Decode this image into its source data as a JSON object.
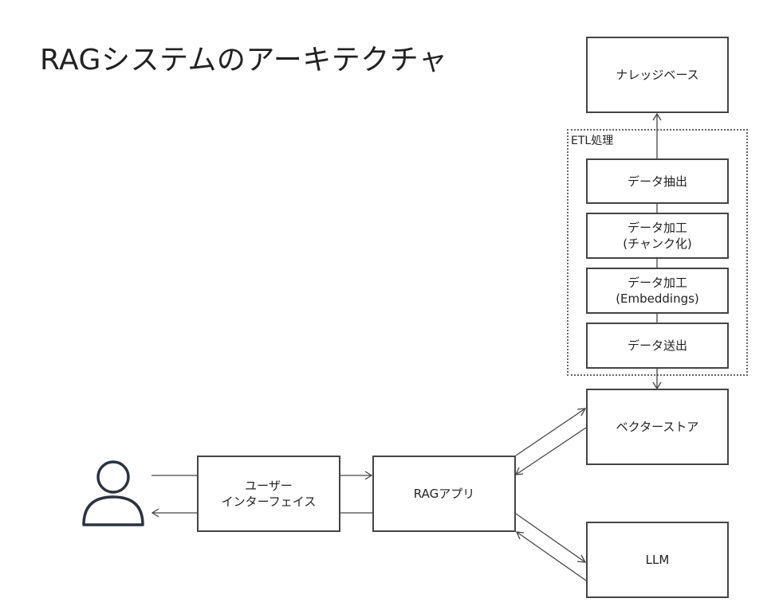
{
  "title": "RAGシステムのアーキテクチャ",
  "nodes": {
    "knowledge_base": "ナレッジベース",
    "etl_group": "ETL処理",
    "extract": "データ抽出",
    "chunk": "データ加工\n(チャンク化)",
    "embed": "データ加工\n(Embeddings)",
    "send": "データ送出",
    "vector_store": "ベクターストア",
    "user_interface": "ユーザー\nインターフェイス",
    "rag_app": "RAGアプリ",
    "llm": "LLM"
  },
  "icons": {
    "user": "user-icon"
  },
  "colors": {
    "line": "#444444",
    "icon": "#2b3340"
  }
}
